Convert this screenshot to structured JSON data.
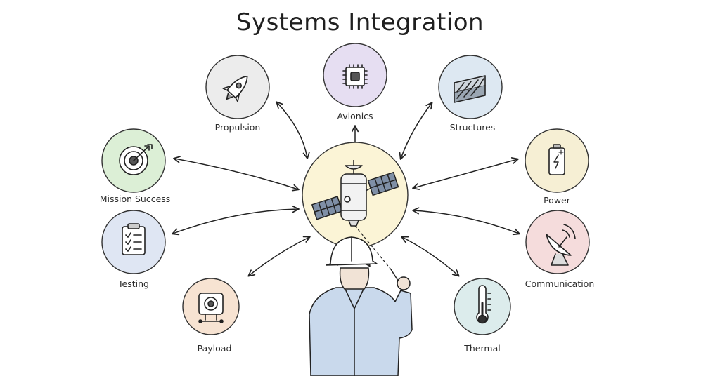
{
  "title": "Systems Integration",
  "nodes": [
    {
      "id": "propulsion",
      "label": "Propulsion",
      "icon": "rocket-icon",
      "color": "#ececec"
    },
    {
      "id": "avionics",
      "label": "Avionics",
      "icon": "chip-icon",
      "color": "#e6def2"
    },
    {
      "id": "structures",
      "label": "Structures",
      "icon": "truss-icon",
      "color": "#dde8f2"
    },
    {
      "id": "mission",
      "label": "Mission Success",
      "icon": "target-icon",
      "color": "#dcefd6"
    },
    {
      "id": "power",
      "label": "Power",
      "icon": "battery-icon",
      "color": "#f6efd4"
    },
    {
      "id": "testing",
      "label": "Testing",
      "icon": "clipboard-icon",
      "color": "#dfe6f3"
    },
    {
      "id": "communication",
      "label": "Communication",
      "icon": "satellite-dish-icon",
      "color": "#f5dcdc"
    },
    {
      "id": "payload",
      "label": "Payload",
      "icon": "camera-icon",
      "color": "#f7e3d2"
    },
    {
      "id": "thermal",
      "label": "Thermal",
      "icon": "thermometer-icon",
      "color": "#dcecec"
    }
  ],
  "center": {
    "icon": "satellite-icon",
    "color": "#fbf4d6"
  },
  "figure": {
    "icon": "engineer-figure"
  }
}
